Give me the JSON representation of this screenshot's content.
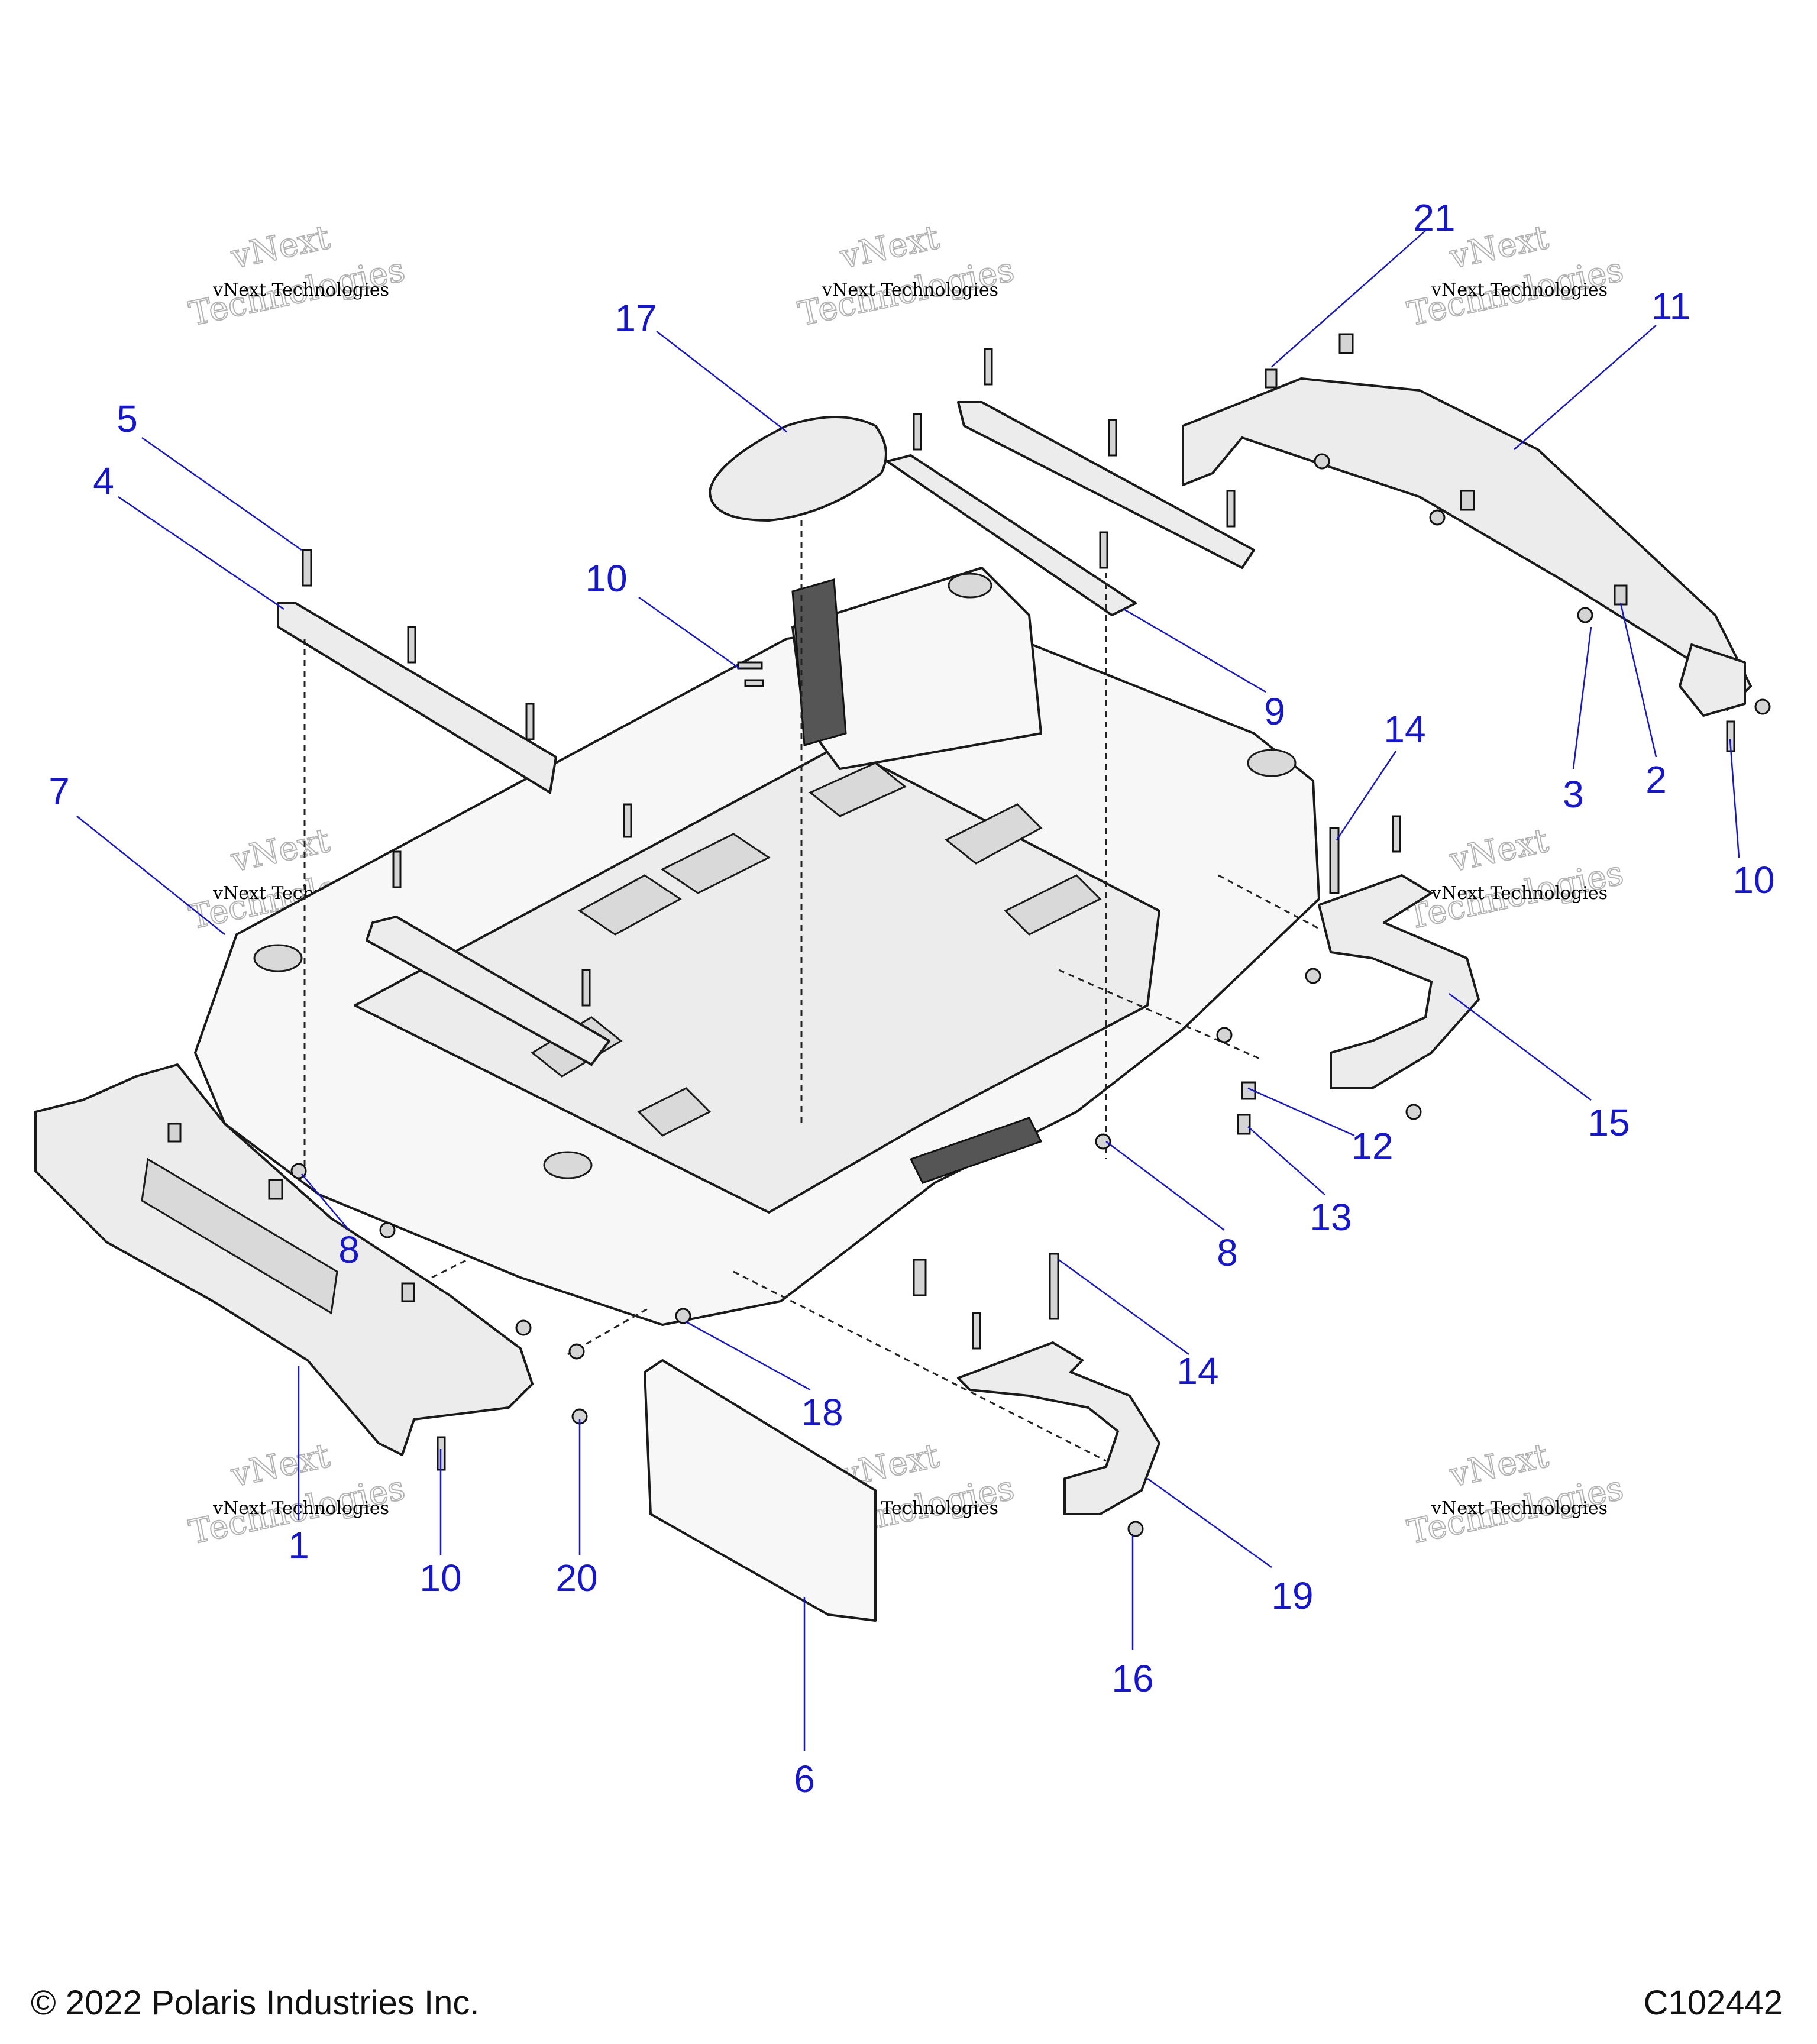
{
  "diagram": {
    "callouts": [
      {
        "id": "c21",
        "text": "21"
      },
      {
        "id": "c11",
        "text": "11"
      },
      {
        "id": "c17",
        "text": "17"
      },
      {
        "id": "c5",
        "text": "5"
      },
      {
        "id": "c4",
        "text": "4"
      },
      {
        "id": "c10a",
        "text": "10"
      },
      {
        "id": "c9",
        "text": "9"
      },
      {
        "id": "c14a",
        "text": "14"
      },
      {
        "id": "c3",
        "text": "3"
      },
      {
        "id": "c2",
        "text": "2"
      },
      {
        "id": "c10b",
        "text": "10"
      },
      {
        "id": "c7",
        "text": "7"
      },
      {
        "id": "c15",
        "text": "15"
      },
      {
        "id": "c12",
        "text": "12"
      },
      {
        "id": "c13",
        "text": "13"
      },
      {
        "id": "c8a",
        "text": "8"
      },
      {
        "id": "c8b",
        "text": "8"
      },
      {
        "id": "c18",
        "text": "18"
      },
      {
        "id": "c14b",
        "text": "14"
      },
      {
        "id": "c1",
        "text": "1"
      },
      {
        "id": "c10c",
        "text": "10"
      },
      {
        "id": "c20",
        "text": "20"
      },
      {
        "id": "c19",
        "text": "19"
      },
      {
        "id": "c16",
        "text": "16"
      },
      {
        "id": "c6",
        "text": "6"
      }
    ],
    "watermark": {
      "small": "vNext Technologies",
      "big_top": "vNext",
      "big_bottom": "Technologies"
    }
  },
  "footer": {
    "copyright": "© 2022 Polaris Industries Inc.",
    "drawing_id": "C102442"
  },
  "colors": {
    "callout": "#1515d6",
    "line": "#1a1a1a",
    "part_fill": "#ececec"
  }
}
